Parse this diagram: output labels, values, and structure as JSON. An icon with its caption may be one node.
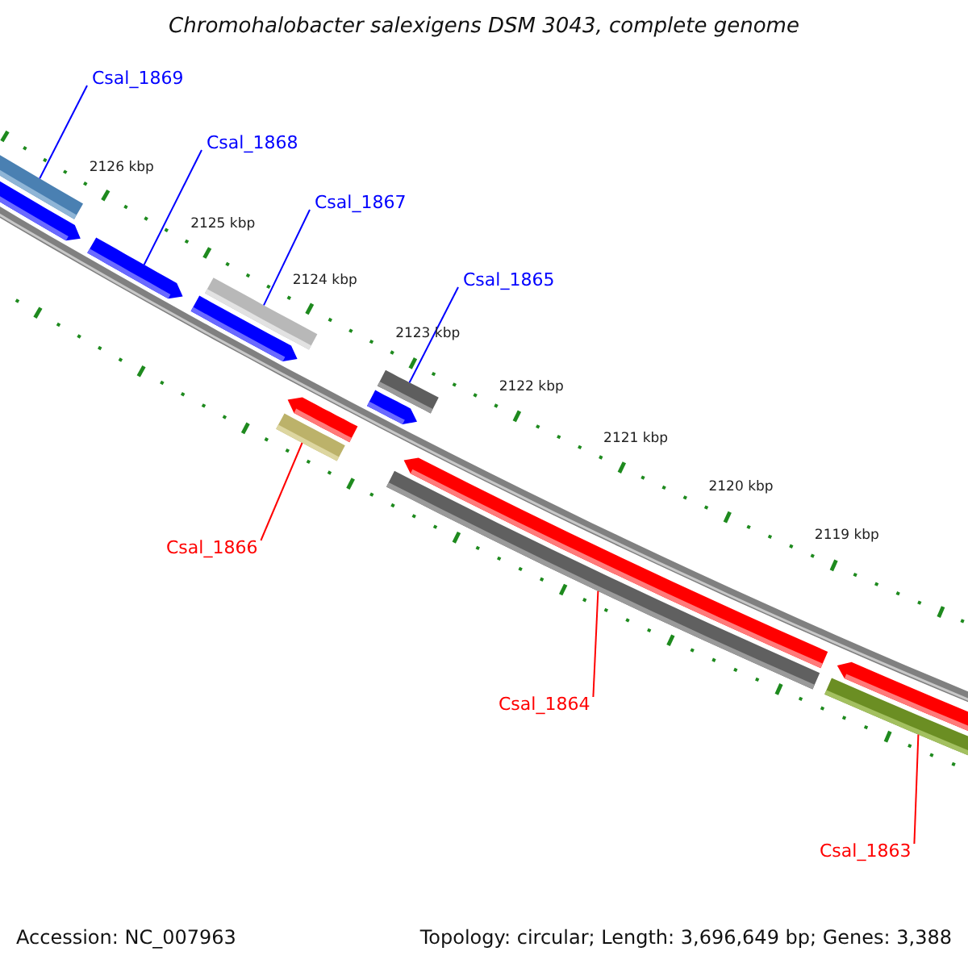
{
  "diagram": {
    "title": "Chromohalobacter salexigens DSM 3043, complete genome",
    "nodes": [
      {
        "text": [
          "Csal_1869"
        ]
      },
      {
        "text": [
          "Csal_1868"
        ]
      },
      {
        "text": [
          "Csal_1867"
        ]
      },
      {
        "text": [
          "Csal_1865"
        ]
      },
      {
        "text": [
          "Csal_1866"
        ]
      },
      {
        "text": [
          "Csal_1864"
        ]
      },
      {
        "text": [
          "Csal_1863"
        ]
      },
      {
        "text": [],
        "shape": "bar"
      },
      {
        "text": [],
        "shape": "bar"
      },
      {
        "text": [],
        "shape": "bar"
      },
      {
        "text": [],
        "shape": "bar"
      },
      {
        "text": [],
        "shape": "bar"
      },
      {
        "text": [],
        "shape": "bar"
      },
      {
        "text": [],
        "shape": "bar"
      }
    ],
    "edges": [
      {
        "from": 0,
        "to": 7,
        "arrow": "none"
      },
      {
        "from": 1,
        "to": 8,
        "arrow": "none"
      },
      {
        "from": 2,
        "to": 9,
        "arrow": "none"
      },
      {
        "from": 3,
        "to": 10,
        "arrow": "none"
      },
      {
        "from": 4,
        "to": 11,
        "arrow": "none",
        "color": "#ff0000"
      },
      {
        "from": 5,
        "to": 12,
        "arrow": "none",
        "color": "#ff0000"
      },
      {
        "from": 6,
        "to": 13,
        "arrow": "none",
        "color": "#ff0000"
      }
    ],
    "labels": [
      "2126 kbp",
      "2125 kbp",
      "2124 kbp",
      "2123 kbp",
      "2122 kbp",
      "2121 kbp",
      "2120 kbp",
      "2119 kbp",
      "Accession: NC_007963",
      "Topology: circular; Length: 3,696,649 bp; Genes: 3,388"
    ]
  }
}
